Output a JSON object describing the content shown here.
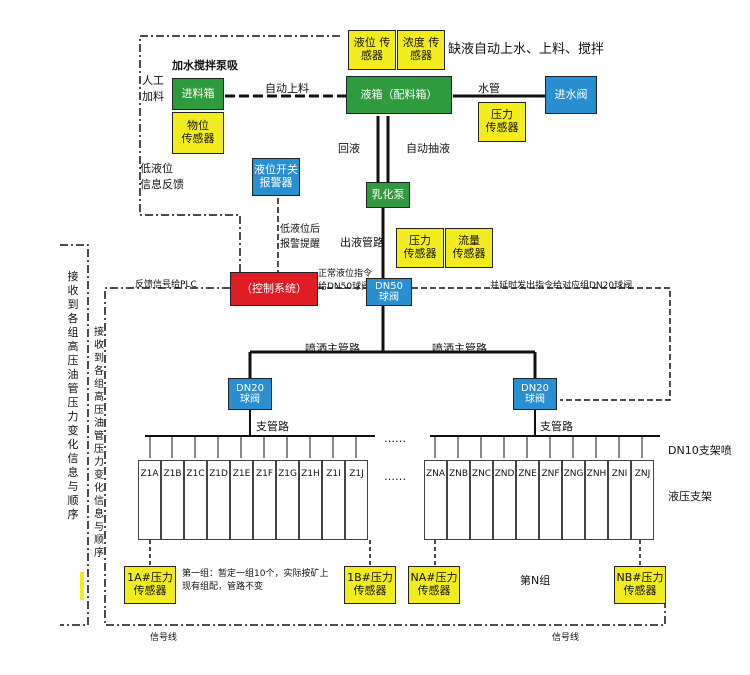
{
  "nodes": {
    "level_sensor": "液位\n传感器",
    "conc_sensor": "浓度\n传感器",
    "top_note": "缺液自动上水、上料、搅拌",
    "mix_pump_label": "加水搅拌泵吸",
    "manual_feed": "人工\n加料",
    "feed_tank": "进料箱",
    "material_level_sensor": "物位\n传感器",
    "auto_feed": "自动上料",
    "mix_box": "液箱（配料箱）",
    "water_pipe": "水管",
    "inlet_valve": "进水阀",
    "pressure_sensor_top": "压力\n传感器",
    "return_liquid": "回液",
    "auto_suction": "自动抽液",
    "low_level_feedback": "低液位\n信息反馈",
    "alarm_box": "液位开关\n报警器",
    "low_level_alarm": "低液位后\n报警提醒",
    "emulsion_pump": "乳化泵",
    "outlet_main": "出液管路",
    "pressure_sensor_mid": "压力\n传感器",
    "flow_sensor": "流量\n传感器",
    "plc_feedback": "反馈信号给PLC",
    "controller": "（控制系统）",
    "plc_cmd": "正常液位指令\n给DN50球阀",
    "dn50_valve": "DN50\n球阀",
    "dn20_cmd": "并延时发出指令给对应组DN20球阀",
    "spray_main_left": "喷洒主管路",
    "spray_main_right": "喷洒主管路",
    "dn20_left": "DN20\n球阀",
    "dn20_right": "DN20\n球阀",
    "branch_left": "支管路",
    "branch_right": "支管路",
    "dn10_label": "DN10支架喷",
    "hydraulic_label": "液压支架",
    "dots_top": "……",
    "dots_mid": "……",
    "note": "第一组：暂定一组10个，实际按矿上现有组配，管路不变",
    "group_n": "第N组",
    "sensor_1a": "1A#压力\n传感器",
    "sensor_1b": "1B#压力\n传感器",
    "sensor_na": "NA#压力\n传感器",
    "sensor_nb": "NB#压力\n传感器",
    "signal_left": "信号线",
    "signal_right": "信号线",
    "recv_outer": "接收到各组高压油管压力变化信息与顺序",
    "recv_inner": "接收到各组高压油管压力变化信息与顺序"
  },
  "supports_left": [
    "Z1A",
    "Z1B",
    "Z1C",
    "Z1D",
    "Z1E",
    "Z1F",
    "Z1G",
    "Z1H",
    "Z1I",
    "Z1J"
  ],
  "supports_right": [
    "ZNA",
    "ZNB",
    "ZNC",
    "ZND",
    "ZNE",
    "ZNF",
    "ZNG",
    "ZNH",
    "ZNI",
    "ZNJ"
  ],
  "colors": {
    "yellow": "#f2ec1e",
    "green": "#2f9a3e",
    "blue": "#2a8fd0",
    "red": "#e01c25"
  }
}
